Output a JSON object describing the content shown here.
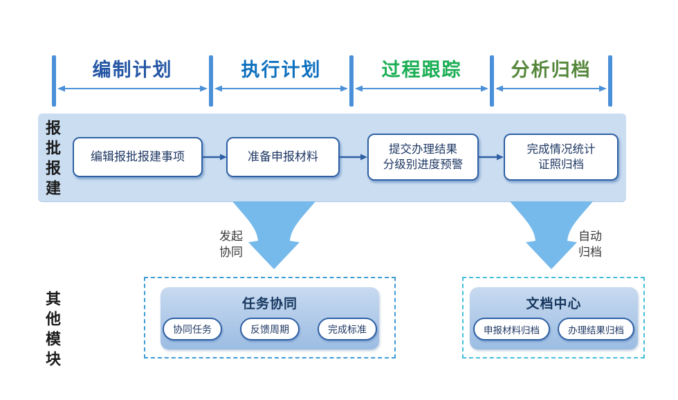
{
  "phases": [
    {
      "label": "编制计划",
      "color": "#2456A4"
    },
    {
      "label": "执行计划",
      "color": "#0D70BE"
    },
    {
      "label": "过程跟踪",
      "color": "#19AE53"
    },
    {
      "label": "分析归档",
      "color": "#55873B"
    }
  ],
  "band": {
    "label": "报批报建",
    "boxes": [
      {
        "line1": "编辑报批报建事项"
      },
      {
        "line1": "准备申报材料"
      },
      {
        "line1": "提交办理结果",
        "line2": "分级别进度预警"
      },
      {
        "line1": "完成情况统计",
        "line2": "证照归档"
      }
    ]
  },
  "connectors": {
    "left_label": "发起\n协同",
    "right_label": "自动\n归档"
  },
  "modules": {
    "label": "其他模块",
    "left": {
      "title": "任务协同",
      "pills": [
        "协同任务",
        "反馈周期",
        "完成标准"
      ]
    },
    "right": {
      "title": "文档中心",
      "pills": [
        "申报材料归档",
        "办理结果归档"
      ]
    }
  },
  "colors": {
    "band_bg": "#CADDF1",
    "phase_bar": "#4A90D8",
    "funnel": "#76B9EB",
    "box_border": "#2E5FA3",
    "dashed_left": "#3D9BD5",
    "dashed_right": "#41BFD9"
  }
}
